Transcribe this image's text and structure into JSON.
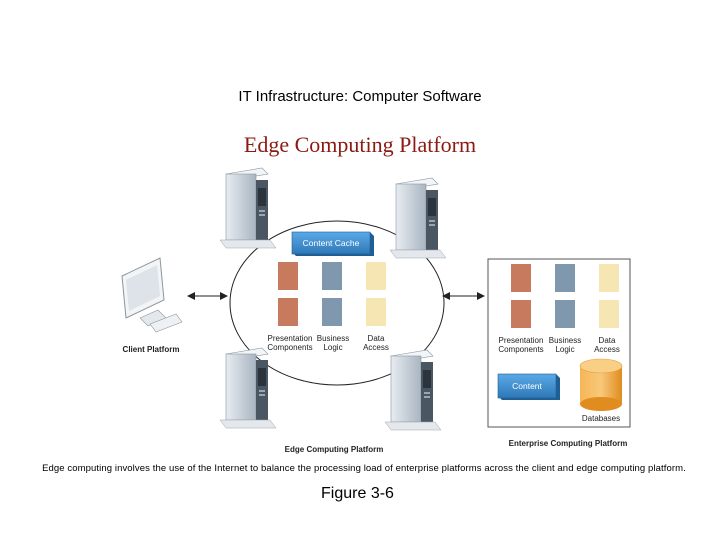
{
  "header": "IT Infrastructure: Computer Software",
  "title": "Edge Computing Platform",
  "client": {
    "label": "Client Platform"
  },
  "edge": {
    "label": "Edge Computing Platform",
    "cache_label": "Content Cache",
    "col_presentation": [
      "Presentation",
      "Components"
    ],
    "col_business": [
      "Business",
      "Logic"
    ],
    "col_data": [
      "Data",
      "Access"
    ]
  },
  "enterprise": {
    "label": "Enterprise Computing Platform",
    "content_label": "Content",
    "databases_label": "Databases",
    "col_presentation": [
      "Presentation",
      "Components"
    ],
    "col_business": [
      "Business",
      "Logic"
    ],
    "col_data": [
      "Data",
      "Access"
    ]
  },
  "colors": {
    "presentation": "#c77a5d",
    "business": "#7f98ad",
    "data": "#f6e6b4",
    "blue_box": "#3f8fd0",
    "db": "#f3a33a",
    "title": "#8b1a12"
  },
  "caption": "Edge computing involves the use of the Internet to balance the processing load of enterprise platforms across the client and edge computing platform.",
  "figure_label": "Figure 3-6"
}
